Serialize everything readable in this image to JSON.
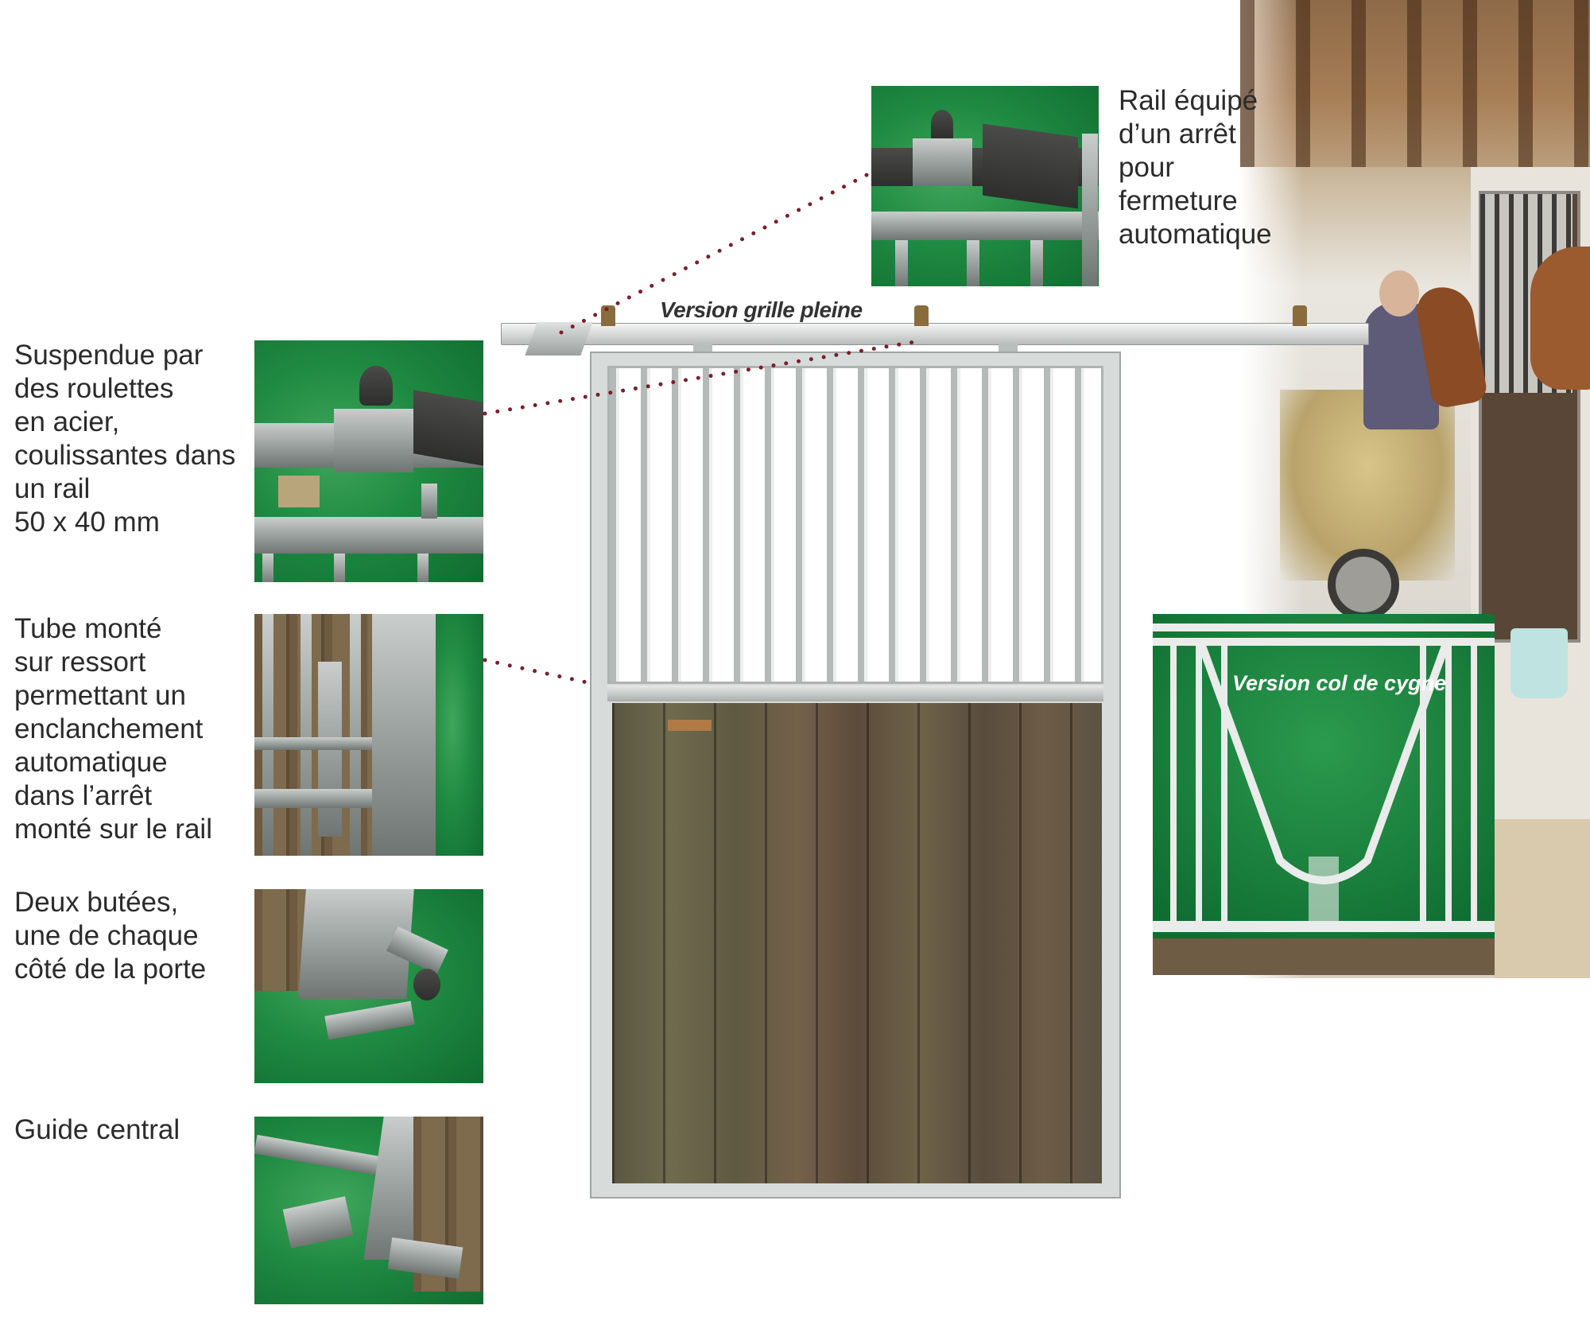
{
  "captions": {
    "rail": "Rail équipé\nd’un arrêt\npour\nfermeture\nautomatique",
    "rollers": "Suspendue par\ndes roulettes\nen acier,\ncoulissantes dans\nun rail\n50 x 40 mm",
    "spring_tube": "Tube monté\nsur ressort\npermettant un\nenclanchement\nautomatique\ndans l’arrêt\nmonté sur le rail",
    "stops": "Deux butées,\nune de chaque\ncôté de la porte",
    "guide": "Guide central"
  },
  "labels": {
    "full_grille": "Version grille pleine",
    "gooseneck": "Version col de cygne"
  },
  "colors": {
    "photo_green": "#1f8a42",
    "connector_dots": "#7a1e2a",
    "text": "#2b2b2b"
  }
}
